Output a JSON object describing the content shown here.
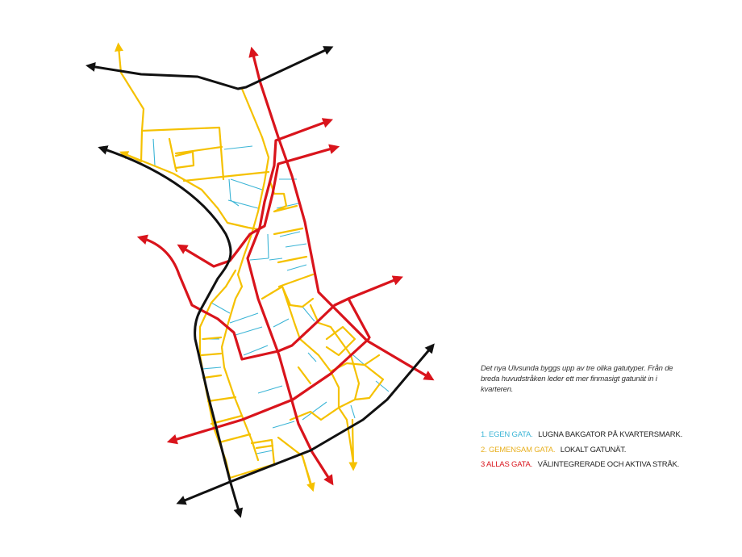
{
  "description": "Det nya Ulvsunda byggs upp av tre olika gatutyper.  Från de breda huvudstråken leder ett mer finmasigt gatunät in i kvarteren.",
  "legend": [
    {
      "title": "1. EGEN GATA.",
      "text": "LUGNA BAKGATOR PÅ KVARTERSMARK.",
      "color": "#3cb5d6"
    },
    {
      "title": "2. GEMENSAM GATA.",
      "text": "LOKALT GATUNÄT.",
      "color": "#e8b020"
    },
    {
      "title": "3 ALLAS GATA.",
      "text": "VÄLINTEGRERADE OCH AKTIVA STRÅK.",
      "color": "#d9141c"
    }
  ],
  "colors": {
    "street_type_1": "#3cb5d6",
    "street_type_2": "#f5c100",
    "street_type_3": "#d9141c",
    "boundary": "#111111"
  }
}
